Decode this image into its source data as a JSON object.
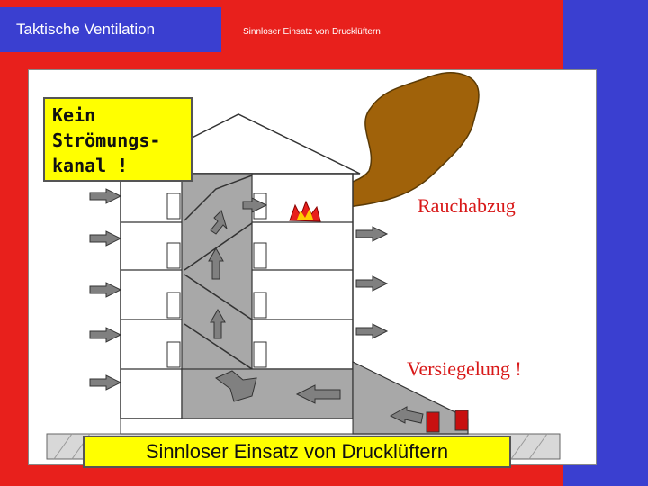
{
  "header": {
    "title": "Taktische Ventilation",
    "subtitle": "Sinnloser Einsatz von Drucklüftern"
  },
  "diagram": {
    "callout_lines": [
      "Kein",
      "Strömungs-",
      "kanal !"
    ],
    "label_smoke_exhaust": "Rauchabzug",
    "label_sealing": "Versiegelung !",
    "bottom_caption": "Sinnloser Einsatz von Drucklüftern"
  },
  "colors": {
    "background": "#e8201c",
    "accent_blue": "#3a3fd0",
    "highlight_yellow": "#ffff00",
    "smoke": "#a0620a",
    "stairwell": "#a8a8a8",
    "arrow": "#808080"
  }
}
